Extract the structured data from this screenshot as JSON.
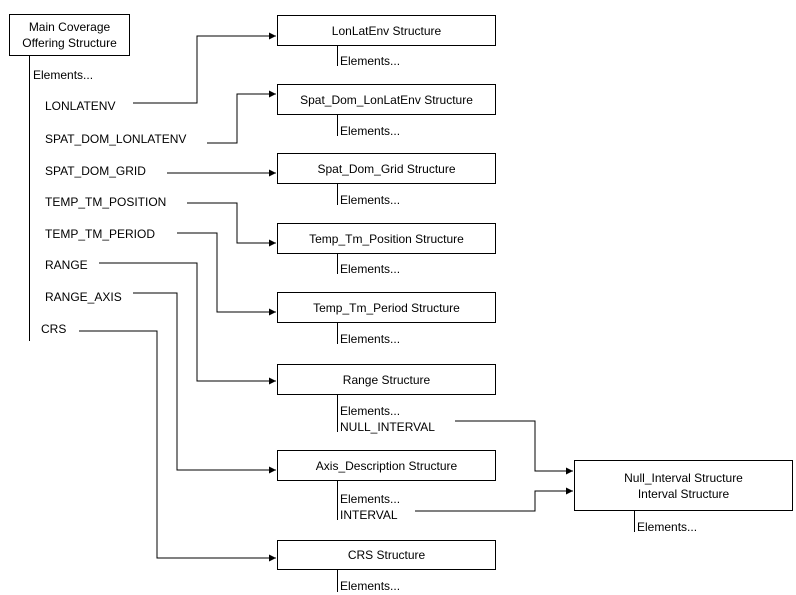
{
  "main_box": {
    "line1": "Main Coverage",
    "line2": "Offering Structure",
    "elements": "Elements..."
  },
  "main_elements": [
    "LONLATENV",
    "SPAT_DOM_LONLATENV",
    "SPAT_DOM_GRID",
    "TEMP_TM_POSITION",
    "TEMP_TM_PERIOD",
    "RANGE",
    "RANGE_AXIS",
    "CRS"
  ],
  "structures": [
    {
      "title": "LonLatEnv Structure",
      "elements": "Elements..."
    },
    {
      "title": "Spat_Dom_LonLatEnv Structure",
      "elements": "Elements..."
    },
    {
      "title": "Spat_Dom_Grid Structure",
      "elements": "Elements..."
    },
    {
      "title": "Temp_Tm_Position Structure",
      "elements": "Elements..."
    },
    {
      "title": "Temp_Tm_Period Structure",
      "elements": "Elements..."
    },
    {
      "title": "Range Structure",
      "elements": "Elements...",
      "extra": "NULL_INTERVAL"
    },
    {
      "title": "Axis_Description Structure",
      "elements": "Elements...",
      "extra": "INTERVAL"
    },
    {
      "title": "CRS Structure",
      "elements": "Elements..."
    }
  ],
  "interval_box": {
    "line1": "Null_Interval Structure",
    "line2": "Interval Structure",
    "elements": "Elements..."
  }
}
